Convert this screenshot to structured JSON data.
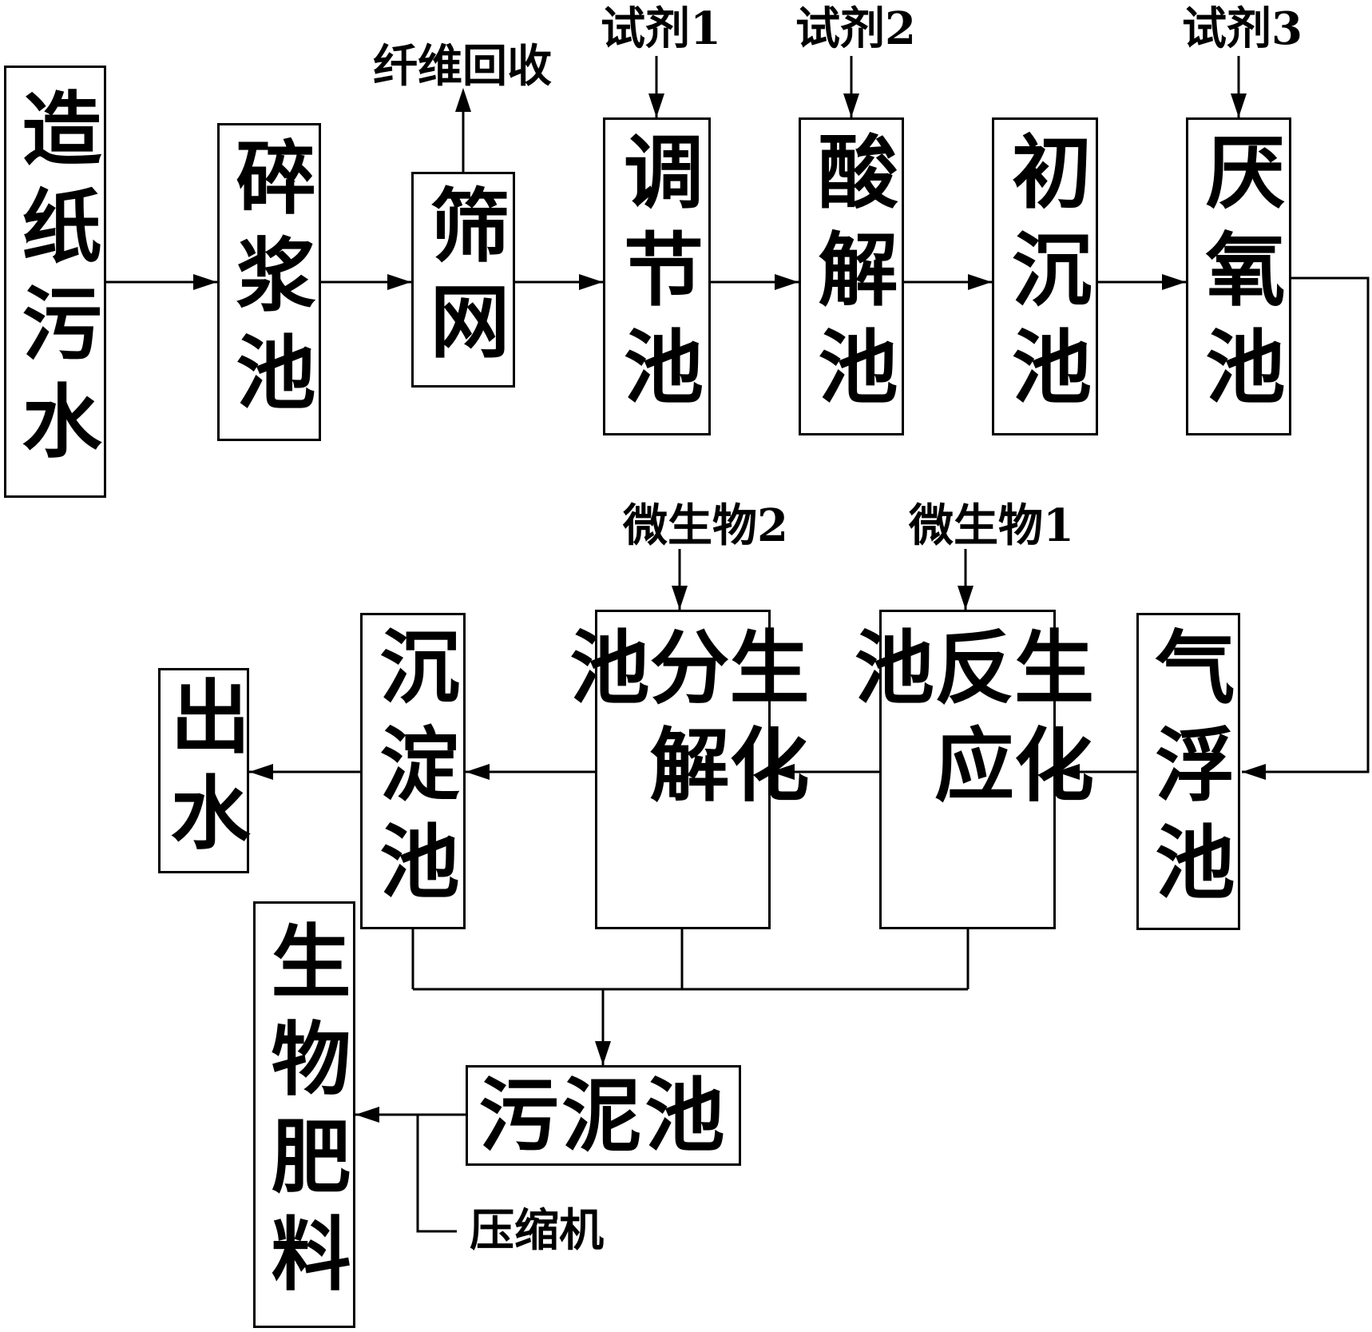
{
  "nodes": {
    "wastewater": "造纸污水",
    "pulping": "碎浆池",
    "screen": "筛网",
    "regulating": "调节池",
    "acidolysis": "酸解池",
    "primary_settling": "初沉池",
    "anaerobic": "厌氧池",
    "flotation": "气浮池",
    "bio_reaction": "生化反应池",
    "bio_decomposition": "生化分解池",
    "sedimentation": "沉淀池",
    "effluent": "出水",
    "sludge": "污泥池",
    "fertilizer": "生物肥料"
  },
  "labels": {
    "fiber_recovery": "纤维回收",
    "reagent1": "试剂1",
    "reagent2": "试剂2",
    "reagent3": "试剂3",
    "microbe1": "微生物1",
    "microbe2": "微生物2",
    "compressor": "压缩机"
  }
}
